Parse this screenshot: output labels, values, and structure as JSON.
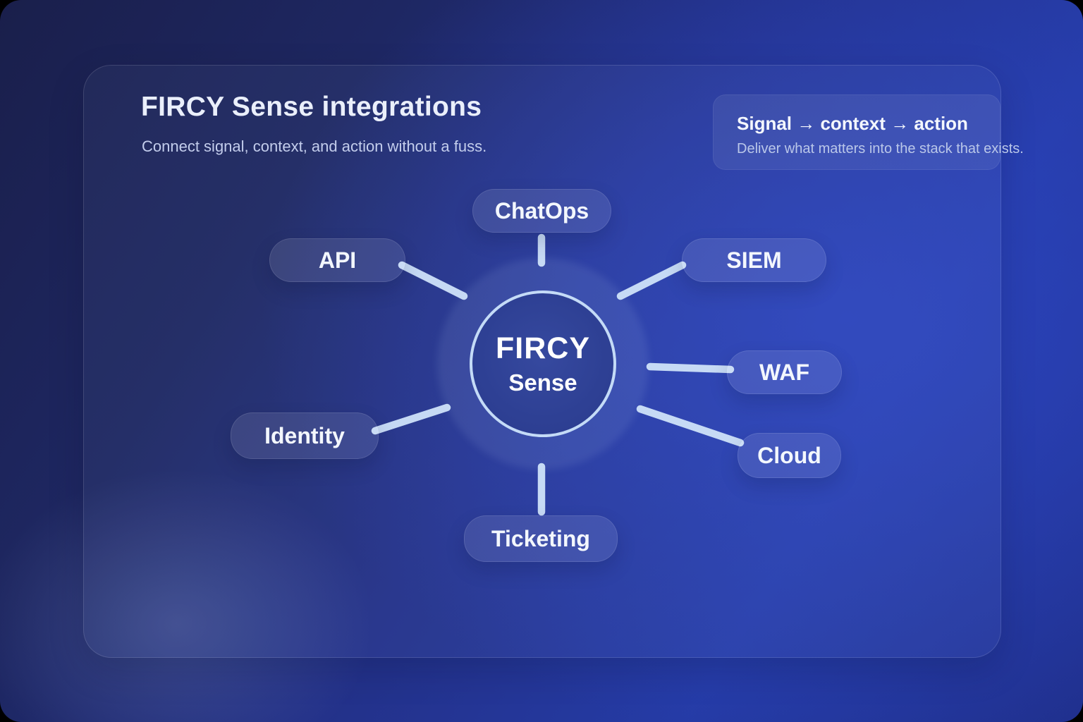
{
  "header": {
    "title": "FIRCY Sense integrations",
    "subtitle": "Connect signal, context, and action without a fuss."
  },
  "callout": {
    "heading": "Signal → context → action",
    "body": "Deliver what matters into the stack that exists."
  },
  "hub": {
    "name": "FIRCY",
    "product": "Sense"
  },
  "nodes": [
    {
      "id": "chatops",
      "label": "ChatOps"
    },
    {
      "id": "api",
      "label": "API"
    },
    {
      "id": "siem",
      "label": "SIEM"
    },
    {
      "id": "waf",
      "label": "WAF"
    },
    {
      "id": "cloud",
      "label": "Cloud"
    },
    {
      "id": "identity",
      "label": "Identity"
    },
    {
      "id": "ticketing",
      "label": "Ticketing"
    }
  ],
  "edges": [
    {
      "from": "FIRCY Sense",
      "to": "ChatOps"
    },
    {
      "from": "FIRCY Sense",
      "to": "API"
    },
    {
      "from": "FIRCY Sense",
      "to": "SIEM"
    },
    {
      "from": "FIRCY Sense",
      "to": "WAF"
    },
    {
      "from": "FIRCY Sense",
      "to": "Cloud"
    },
    {
      "from": "FIRCY Sense",
      "to": "Identity"
    },
    {
      "from": "FIRCY Sense",
      "to": "Ticketing"
    }
  ],
  "diagram": {
    "type": "hub-and-spoke"
  },
  "colors": {
    "background_primary": "#2238a6",
    "background_dark": "#1c2250",
    "connector": "#cbdff8",
    "hub_ring": "#c4dbf7",
    "pill_fill": "rgba(255,255,255,0.10)",
    "heading_text": "#eaeffb",
    "muted_text": "#c3cdec",
    "pill_text": "#f3f7fd"
  }
}
